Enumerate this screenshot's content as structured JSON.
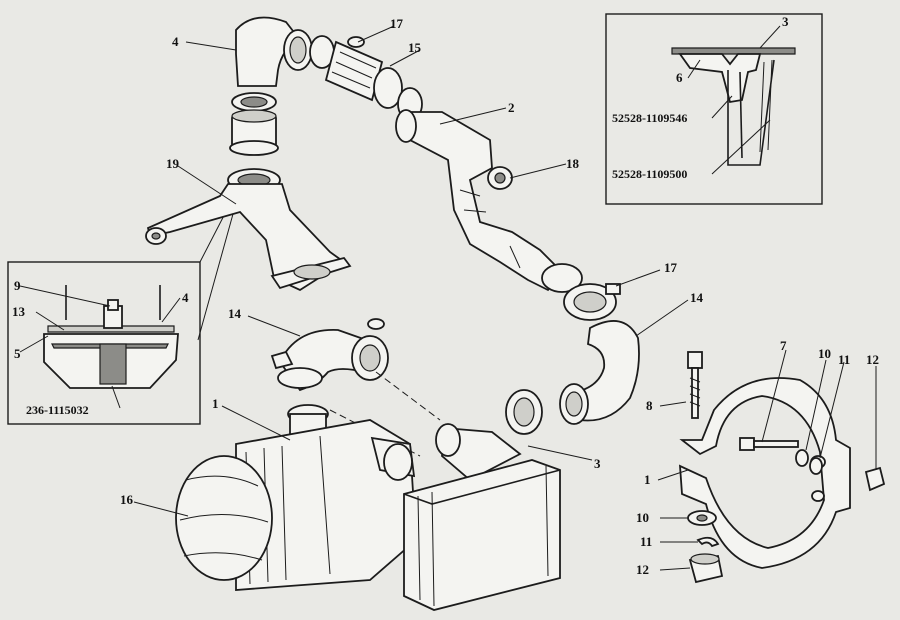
{
  "callouts": {
    "c1a": "1",
    "c1b": "1",
    "c2": "2",
    "c3a": "3",
    "c3b": "3",
    "c4a": "4",
    "c4b": "4",
    "c5": "5",
    "c6": "6",
    "c7": "7",
    "c8": "8",
    "c9": "9",
    "c10a": "10",
    "c10b": "10",
    "c11a": "11",
    "c11b": "11",
    "c12a": "12",
    "c12b": "12",
    "c13": "13",
    "c14a": "14",
    "c14b": "14",
    "c15": "15",
    "c16": "16",
    "c17a": "17",
    "c17b": "17",
    "c18": "18",
    "c19": "19"
  },
  "part_numbers": {
    "detail_seal": "52528-1109546",
    "detail_pipe": "52528-1109500",
    "detail_filter": "236-1115032"
  }
}
